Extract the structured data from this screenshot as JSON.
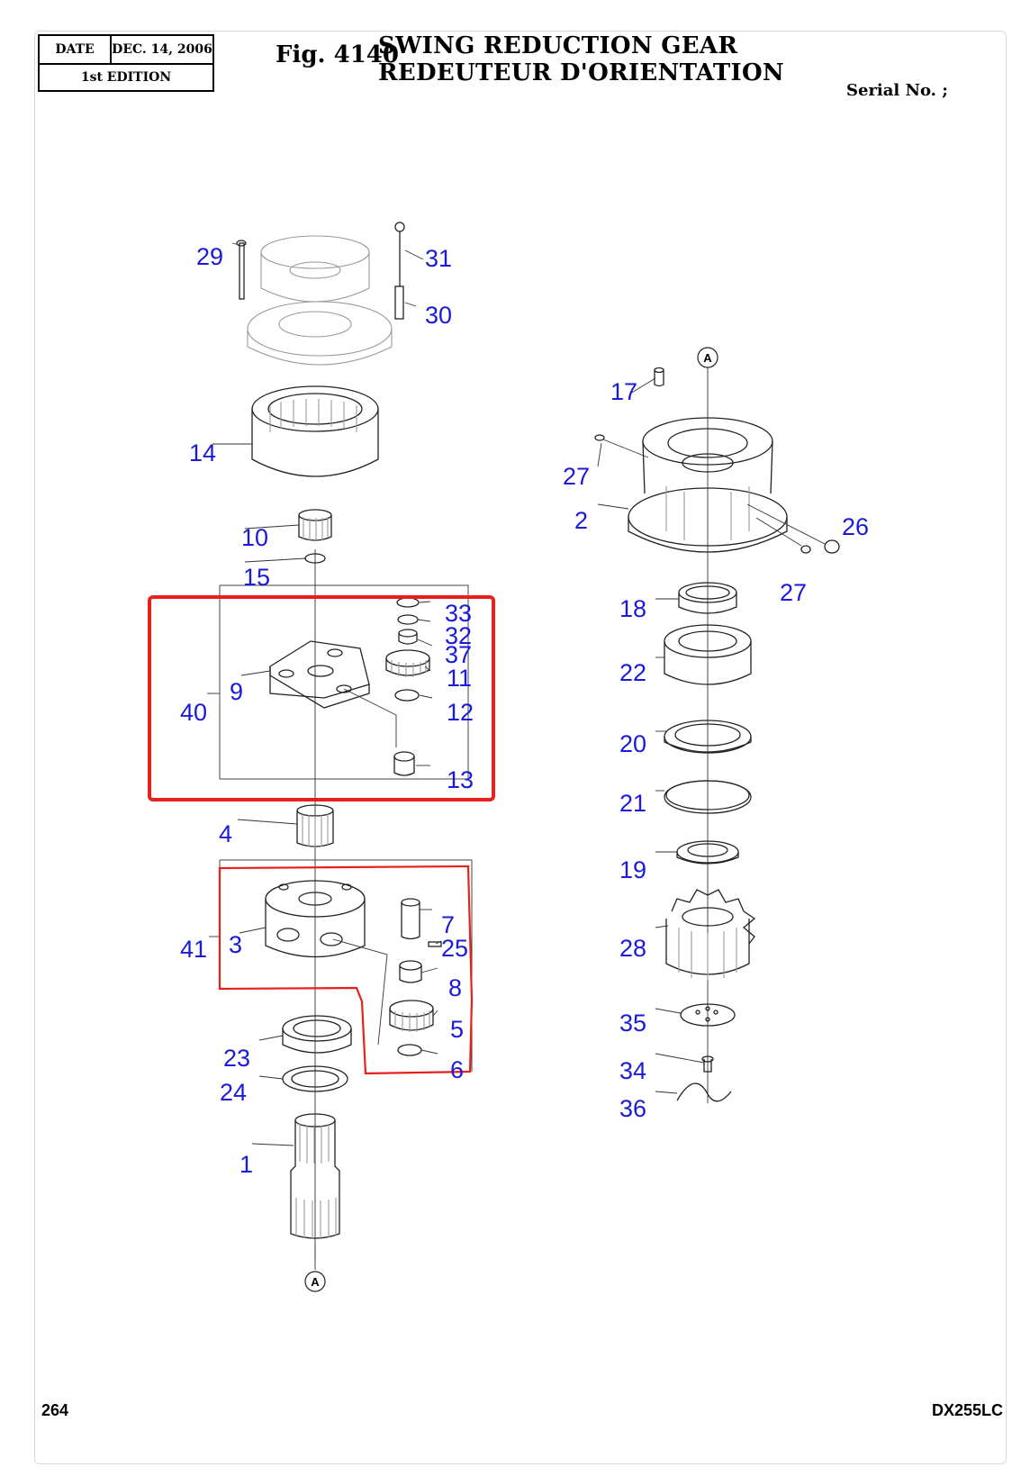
{
  "header": {
    "date_label": "DATE",
    "date_value": "DEC. 14, 2006",
    "edition": "1st EDITION",
    "fig_number": "Fig. 4140",
    "title_en": "SWING REDUCTION GEAR",
    "title_fr": "REDEUTEUR D'ORIENTATION",
    "serial": "Serial No. ;"
  },
  "footer": {
    "page": "264",
    "model": "DX255LC"
  },
  "diagram": {
    "reference_marks": [
      "A",
      "A"
    ],
    "callouts": [
      "29",
      "31",
      "30",
      "14",
      "17",
      "27",
      "2",
      "26",
      "27",
      "10",
      "15",
      "33",
      "32",
      "37",
      "11",
      "9",
      "40",
      "12",
      "13",
      "18",
      "22",
      "20",
      "21",
      "4",
      "19",
      "7",
      "25",
      "41",
      "3",
      "8",
      "5",
      "6",
      "28",
      "23",
      "24",
      "35",
      "34",
      "36",
      "1"
    ],
    "highlight_colors": {
      "box": "#e8201c",
      "callout_text": "#1a1adb"
    }
  }
}
